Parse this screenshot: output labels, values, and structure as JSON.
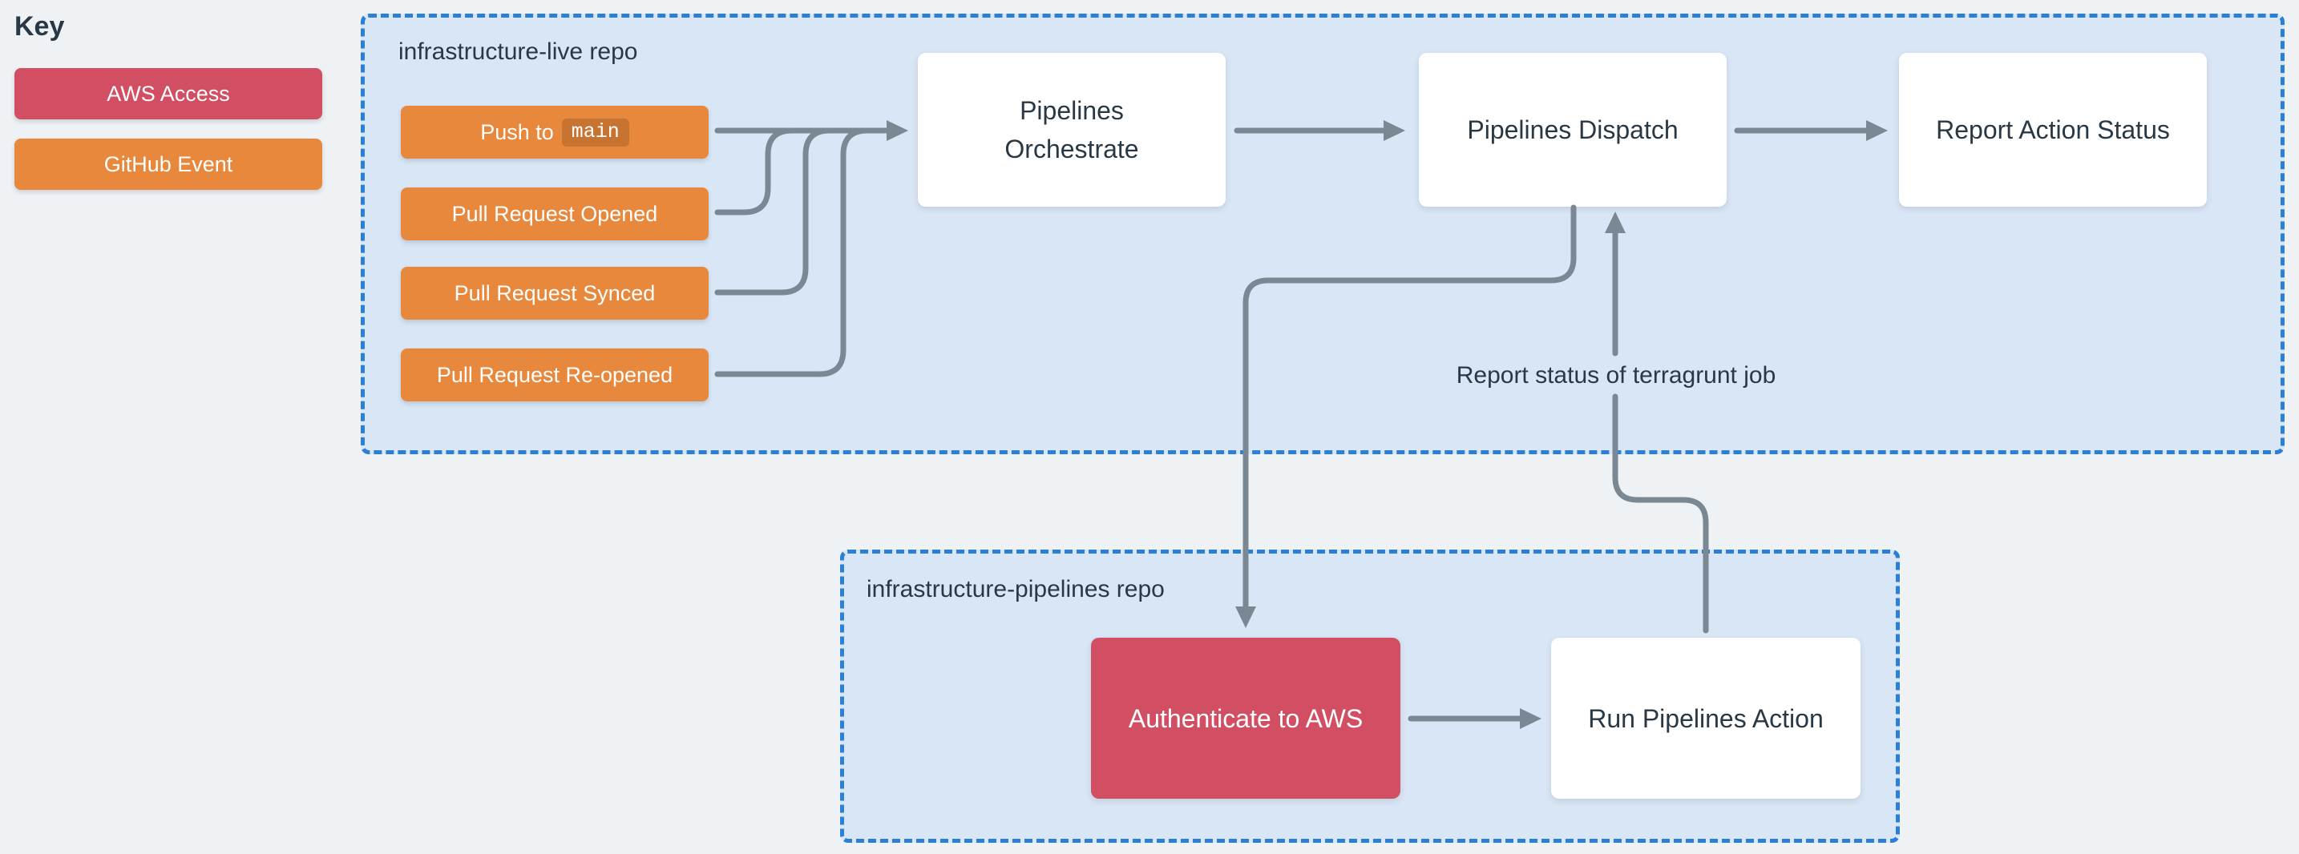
{
  "legend": {
    "title": "Key",
    "items": [
      {
        "id": "aws-access",
        "label": "AWS Access",
        "color": "#d14e63"
      },
      {
        "id": "github-event",
        "label": "GitHub Event",
        "color": "#e8883c"
      }
    ]
  },
  "live_repo": {
    "title": "infrastructure-live repo",
    "events": [
      {
        "prefix": "Push to",
        "code": "main"
      },
      {
        "label": "Pull Request Opened"
      },
      {
        "label": "Pull Request Synced"
      },
      {
        "label": "Pull Request Re-opened"
      }
    ],
    "nodes": [
      {
        "label": "Pipelines\nOrchestrate"
      },
      {
        "label": "Pipelines Dispatch"
      },
      {
        "label": "Report Action Status"
      }
    ]
  },
  "pipelines_repo": {
    "title": "infrastructure-pipelines repo",
    "nodes": [
      {
        "label": "Authenticate to AWS",
        "kind": "aws-access"
      },
      {
        "label": "Run Pipelines Action",
        "kind": "default"
      }
    ]
  },
  "annotations": {
    "report_status": "Report status of terragrunt job"
  },
  "style": {
    "page_bg": "#eff2f5",
    "container_bg": "#d9e6f6",
    "container_border": "#2b7fd4",
    "arrow_color": "#7a8894",
    "node_bg": "#ffffff",
    "text_dark": "#293845",
    "aws_color": "#d14e63",
    "github_color": "#e8883c"
  }
}
